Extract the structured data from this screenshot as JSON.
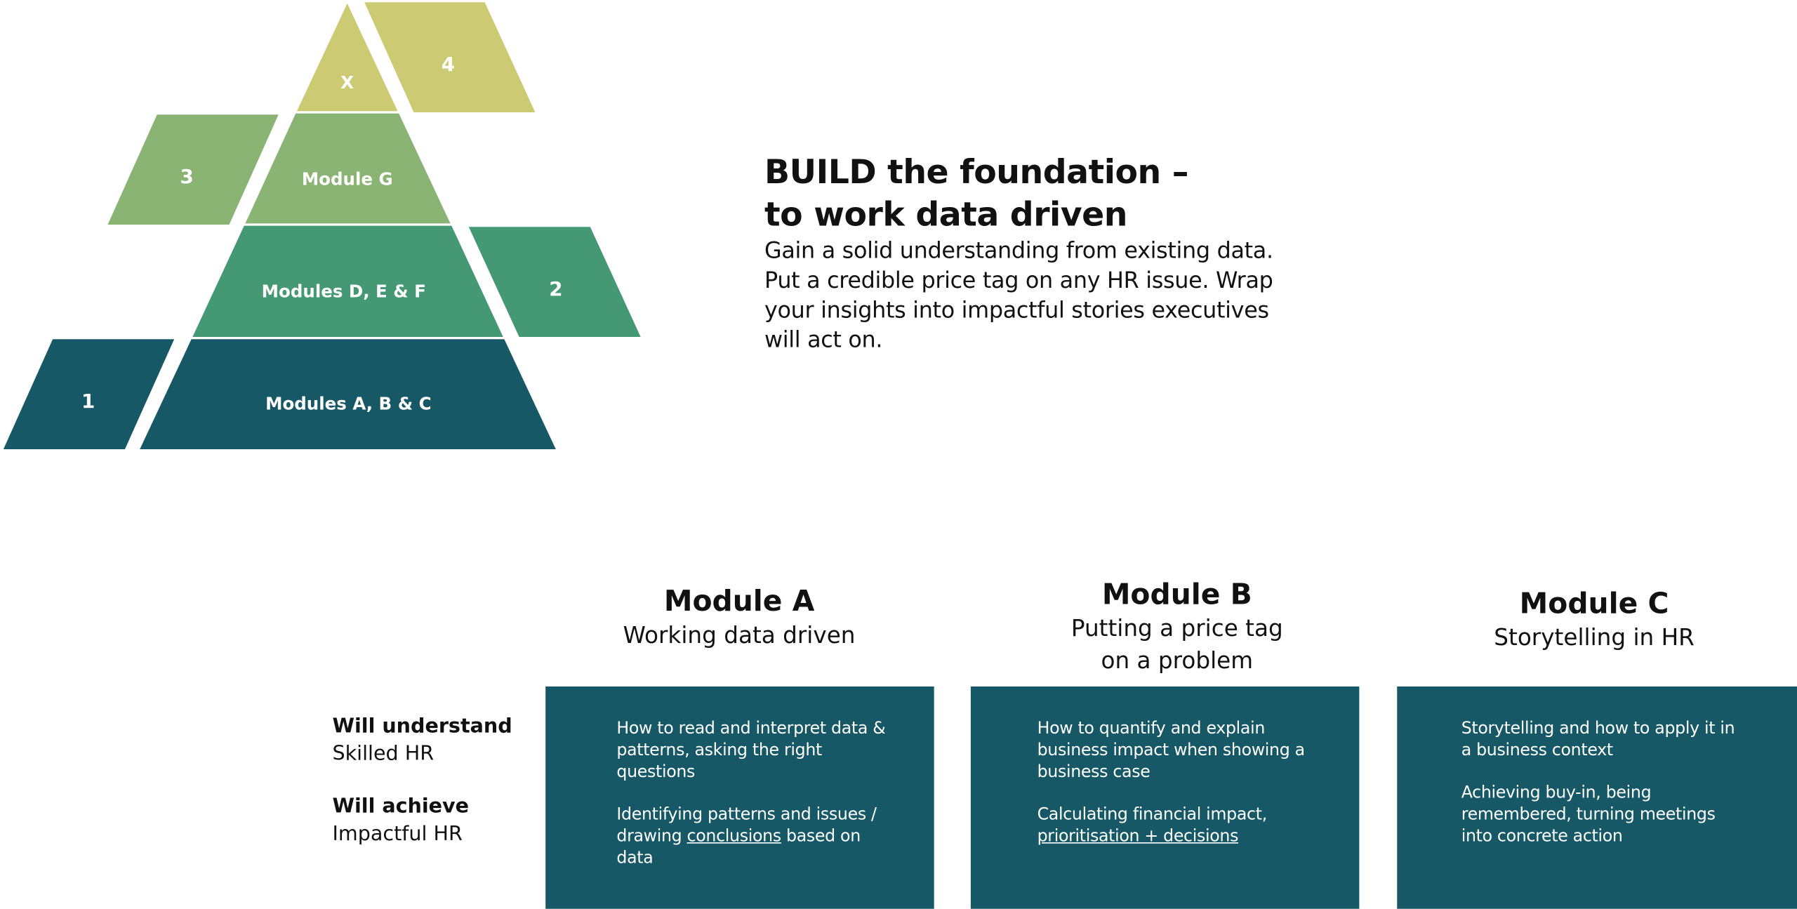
{
  "colors": {
    "top": "#cccb74",
    "tier_g": "#8ab474",
    "tier_def": "#449873",
    "tier_abc": "#175866"
  },
  "pyramid": {
    "tiers": [
      "X",
      "Module G",
      "Modules D, E & F",
      "Modules A, B & C"
    ],
    "side_labels": [
      "4",
      "3",
      "2",
      "1"
    ]
  },
  "intro": {
    "heading_line1": "BUILD the foundation –",
    "heading_line2": "to work data driven",
    "body": "Gain a solid understanding from existing data. Put a credible price tag on any HR issue. Wrap your insights into impactful stories executives will act on."
  },
  "labels": {
    "understand_title": "Will understand",
    "understand_value": "Skilled HR",
    "achieve_title": "Will achieve",
    "achieve_value": "Impactful HR"
  },
  "modules": [
    {
      "title": "Module A",
      "subtitle1": "Working data driven",
      "subtitle2": "",
      "p1": "How to read and interpret data & patterns, asking the right questions",
      "p2_pre": "Identifying patterns and issues / drawing ",
      "p2_link": "conclusions",
      "p2_post": " based on data"
    },
    {
      "title": "Module B",
      "subtitle1": "Putting a price tag",
      "subtitle2": "on a problem",
      "p1": "How to quantify and explain business impact when showing a business case",
      "p2_pre": "Calculating financial impact, ",
      "p2_link": "prioritisation + decisions",
      "p2_post": ""
    },
    {
      "title": "Module C",
      "subtitle1": "Storytelling in HR",
      "subtitle2": "",
      "p1": "Storytelling and how to apply it in a business context",
      "p2_pre": "Achieving buy-in, being remembered, turning meetings into concrete action",
      "p2_link": "",
      "p2_post": ""
    }
  ]
}
